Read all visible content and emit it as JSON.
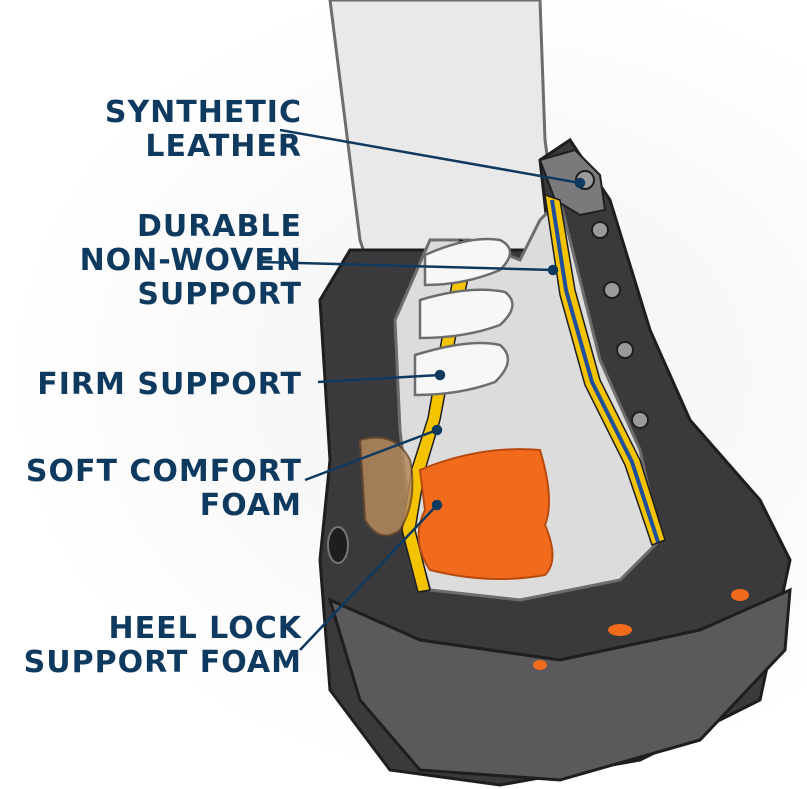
{
  "colors": {
    "label_text": "#0f3a5f",
    "leader_line": "#0f3a5f",
    "boot_dark": "#3a3a3c",
    "boot_mid": "#5a5a5c",
    "liner_light": "#dcdcdc",
    "support_yellow": "#f5c400",
    "support_blue": "#1f4f9c",
    "heel_foam_orange": "#f26b1d",
    "soft_foam_tan": "#b58a5e",
    "leg_skin": "#e6e6e6"
  },
  "labels": [
    {
      "id": "synthetic-leather",
      "lines": [
        "SYNTHETIC",
        "LEATHER"
      ]
    },
    {
      "id": "durable-non-woven-support",
      "lines": [
        "DURABLE",
        "NON-WOVEN",
        "SUPPORT"
      ]
    },
    {
      "id": "firm-support",
      "lines": [
        "FIRM SUPPORT"
      ]
    },
    {
      "id": "soft-comfort-foam",
      "lines": [
        "SOFT COMFORT",
        "FOAM"
      ]
    },
    {
      "id": "heel-lock-support-foam",
      "lines": [
        "HEEL LOCK",
        "SUPPORT FOAM"
      ]
    }
  ]
}
